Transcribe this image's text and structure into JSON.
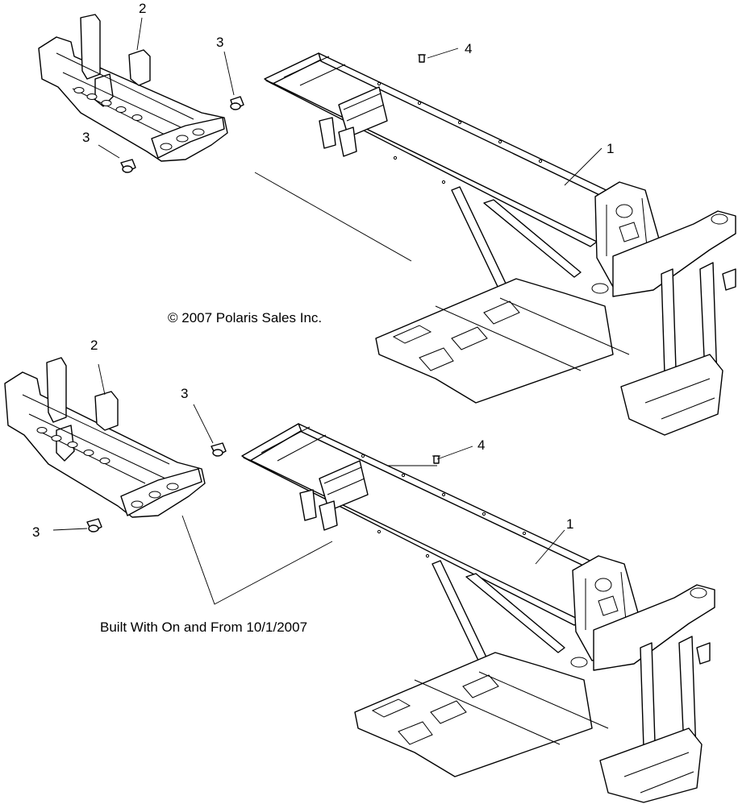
{
  "copyright": "© 2007 Polaris Sales Inc.",
  "note_built_with": "Built With On and From 10/1/2007",
  "upper_assembly": {
    "callouts": {
      "frame": "1",
      "rear_frame": "2",
      "bolt_upper": "3",
      "bolt_lower": "3",
      "rivet": "4"
    }
  },
  "lower_assembly": {
    "callouts": {
      "frame": "1",
      "rear_frame": "2",
      "bolt_upper": "3",
      "bolt_lower": "3",
      "rivet": "4"
    }
  }
}
